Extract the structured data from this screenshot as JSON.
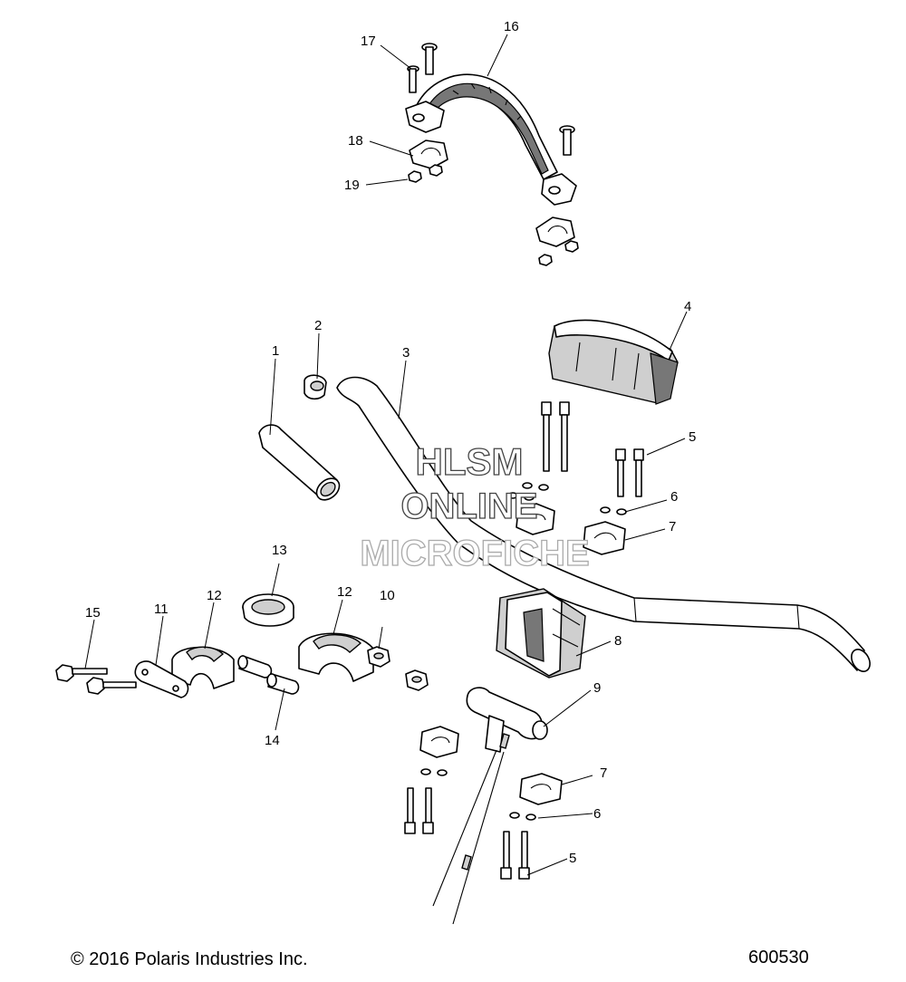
{
  "callouts": {
    "c1": "1",
    "c2": "2",
    "c3": "3",
    "c4": "4",
    "c5a": "5",
    "c5b": "5",
    "c6a": "6",
    "c6b": "6",
    "c7a": "7",
    "c7b": "7",
    "c8": "8",
    "c9": "9",
    "c10": "10",
    "c11": "11",
    "c12a": "12",
    "c12b": "12",
    "c13": "13",
    "c14": "14",
    "c15": "15",
    "c16": "16",
    "c17": "17",
    "c18": "18",
    "c19": "19"
  },
  "watermark": {
    "line1": "HLSM",
    "line2": "ONLINE",
    "line3": "MICROFICHE"
  },
  "footer": {
    "copyright": "© 2016 Polaris Industries Inc.",
    "figure_number": "600530"
  }
}
